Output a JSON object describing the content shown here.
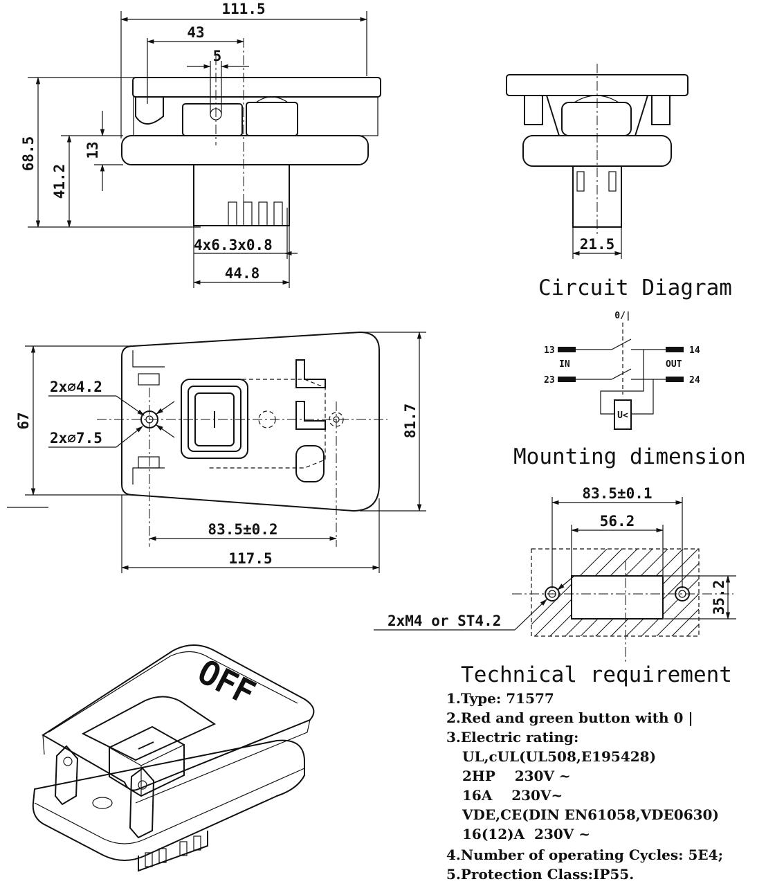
{
  "front_view": {
    "dim_width": "111.5",
    "dim_43": "43",
    "dim_5": "5",
    "dim_height": "68.5",
    "dim_41_2": "41.2",
    "dim_13": "13",
    "dim_terminals": "4x6.3x0.8",
    "dim_44_8": "44.8"
  },
  "side_view": {
    "dim_21_5": "21.5"
  },
  "top_view": {
    "hole_small": "2x∅4.2",
    "hole_large": "2x∅7.5",
    "dim_67": "67",
    "dim_81_7": "81.7",
    "dim_83_5": "83.5±0.2",
    "dim_117_5": "117.5"
  },
  "circuit": {
    "title": "Circuit Diagram",
    "switch_label": "0/|",
    "t13": "13",
    "t14": "14",
    "t23": "23",
    "t24": "24",
    "in_label": "IN",
    "out_label": "OUT",
    "coil_label": "U<"
  },
  "mounting": {
    "title": "Mounting dimension",
    "dim_83_5": "83.5±0.1",
    "dim_56_2": "56.2",
    "dim_35_2": "35.2",
    "screw_label": "2xM4 or ST4.2"
  },
  "technical": {
    "title": "Technical requirement",
    "lines": [
      "1.Type: 71577",
      "2.Red and green button with 0 |",
      "3.Electric rating:",
      "UL,cUL(UL508,E195428)",
      "2HP    230V ~",
      "16A    230V~",
      "VDE,CE(DIN EN61058,VDE0630)",
      "16(12)A  230V ~",
      "4.Number of operating Cycles: 5E4;",
      "5.Protection Class:IP55."
    ]
  },
  "iso_view": {
    "lid_text": "OFF"
  }
}
